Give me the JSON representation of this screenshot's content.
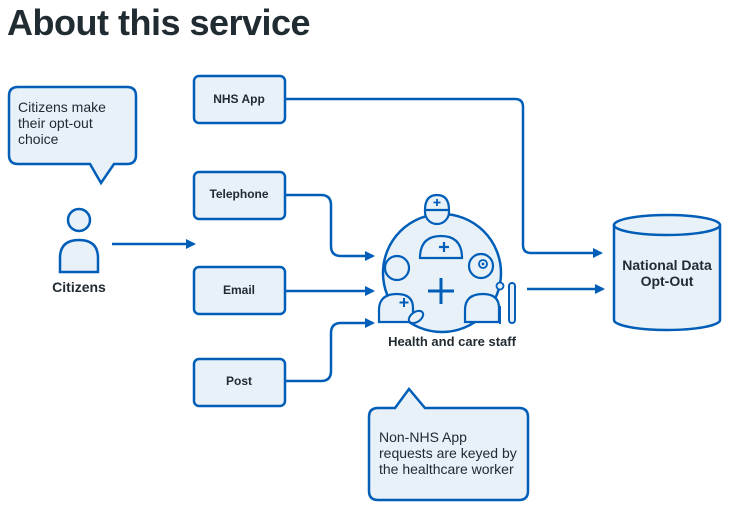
{
  "page": {
    "title": "About this service"
  },
  "colors": {
    "blue": "#005eb8",
    "fill": "#e8f1f8",
    "text": "#212b32"
  },
  "citizens": {
    "label": "Citizens",
    "bubble_text": "Citizens make their opt-out choice",
    "icon": "person-icon"
  },
  "channels": {
    "nhs_app": "NHS App",
    "telephone": "Telephone",
    "email": "Email",
    "post": "Post"
  },
  "staff": {
    "label": "Health and care staff",
    "icon": "healthcare-staff-group-icon",
    "bubble_text": "Non-NHS App requests are keyed by the healthcare worker"
  },
  "destination": {
    "label": "National Data Opt-Out",
    "icon": "database-cylinder-icon"
  }
}
